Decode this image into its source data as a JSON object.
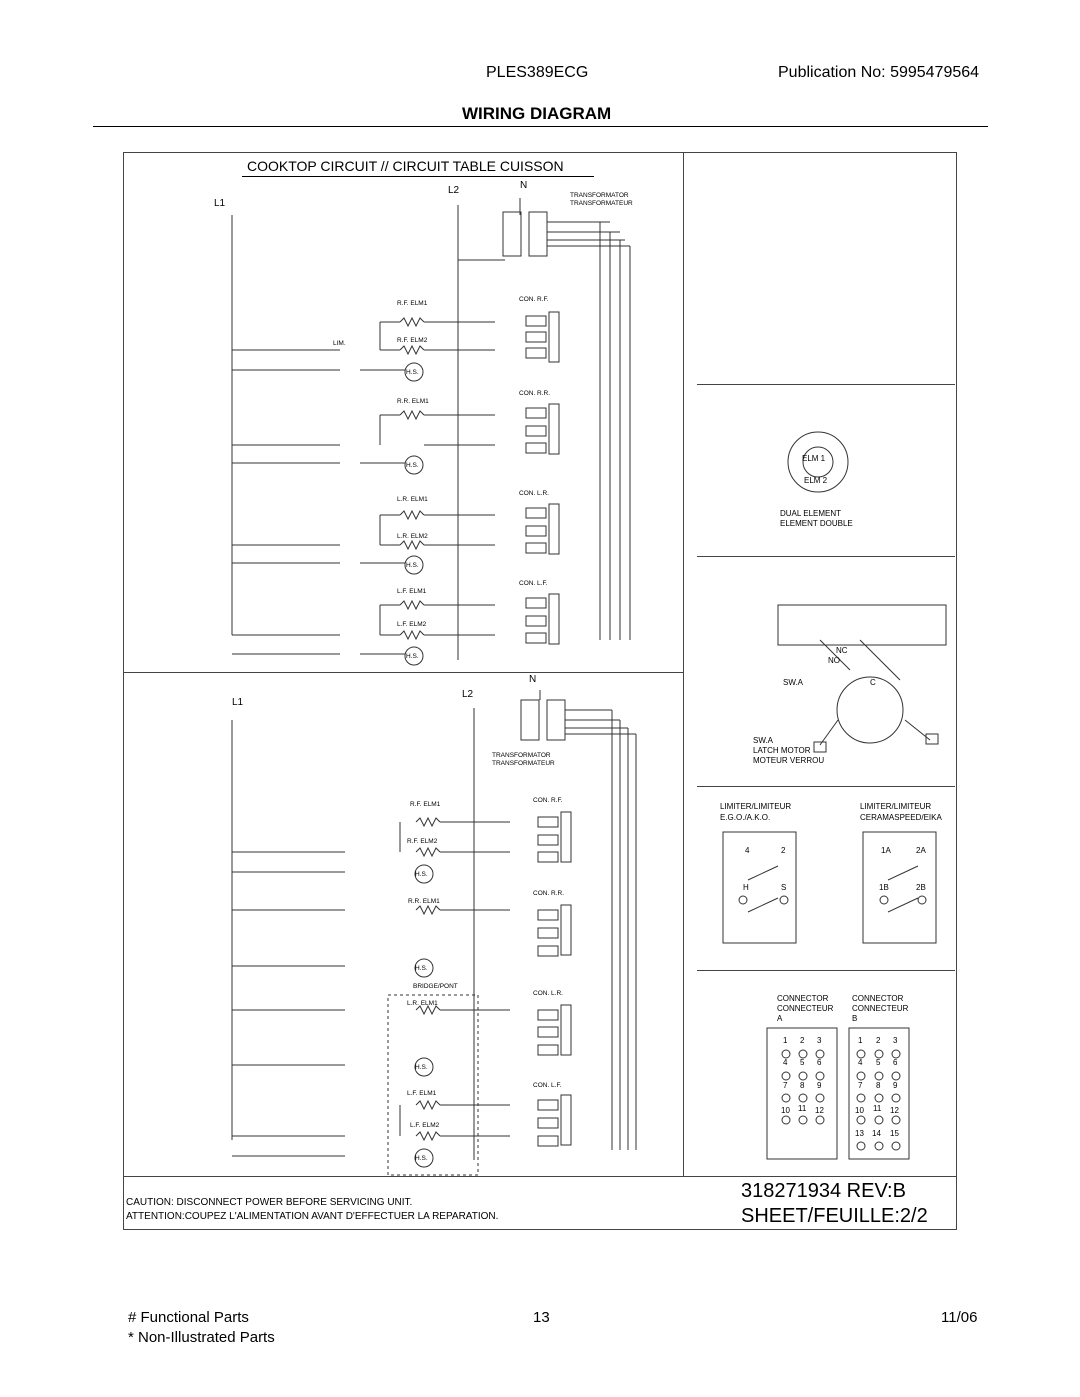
{
  "header": {
    "model": "PLES389ECG",
    "publication": "Publication No:  5995479564",
    "title": "WIRING DIAGRAM"
  },
  "cooktop": {
    "title": "COOKTOP  CIRCUIT  //  CIRCUIT  TABLE  CUISSON",
    "l1": "L1",
    "l2": "L2",
    "n": "N",
    "transformer": "TRANSFORMATOR",
    "transformer_fr": "TRANSFORMATEUR",
    "con_rf": "CON.  R.F.",
    "con_rr": "CON.  R.R.",
    "con_lr": "CON.  L.R.",
    "con_lf": "CON.  L.F.",
    "rf_elm1": "R.F.  ELM1",
    "rf_elm2": "R.F.  ELM2",
    "rr_elm1": "R.R.  ELM1",
    "lr_elm1": "L.R.  ELM1",
    "lr_elm2": "L.R.  ELM2",
    "lf_elm1": "L.F.  ELM1",
    "lf_elm2": "L.F.  ELM2",
    "lim": "LIM.",
    "hs": "H.S.",
    "bridge": "BRIDGE/PONT"
  },
  "side": {
    "elm1": "ELM  1",
    "elm2": "ELM  2",
    "dual_element": "DUAL  ELEMENT",
    "element_double": "ELEMENT  DOUBLE",
    "nc": "NC",
    "no": "NO",
    "c": "C",
    "swa": "SW.A",
    "latch_motor": "LATCH  MOTOR",
    "moteur_verrou": "MOTEUR  VERROU",
    "limiter1": "LIMITER/LIMITEUR",
    "ego": "E.G.O./A.K.O.",
    "limiter2": "LIMITER/LIMITEUR",
    "ceramaspeed": "CERAMASPEED/EIKA",
    "lim1_top": [
      "4",
      "2"
    ],
    "lim1_bot": [
      "H",
      "S"
    ],
    "lim2_top": [
      "1A",
      "2A"
    ],
    "lim2_bot": [
      "1B",
      "2B"
    ],
    "connector": "CONNECTOR",
    "connecteur": "CONNECTEUR",
    "conn_a": "A",
    "conn_b": "B",
    "conn_a_pins": [
      "1",
      "2",
      "3",
      "4",
      "5",
      "6",
      "7",
      "8",
      "9",
      "10",
      "11",
      "12"
    ],
    "conn_b_pins": [
      "1",
      "2",
      "3",
      "4",
      "5",
      "6",
      "7",
      "8",
      "9",
      "10",
      "11",
      "12",
      "13",
      "14",
      "15"
    ]
  },
  "footer_box": {
    "caution": "CAUTION:  DISCONNECT  POWER  BEFORE  SERVICING  UNIT.",
    "attention": "ATTENTION:COUPEZ  L'ALIMENTATION  AVANT  D'EFFECTUER  LA  REPARATION.",
    "part_no": "318271934   REV:B",
    "sheet": "SHEET/FEUILLE:2/2"
  },
  "footer": {
    "functional": "# Functional Parts",
    "non_illustrated": "* Non-Illustrated Parts",
    "page": "13",
    "date": "11/06"
  }
}
